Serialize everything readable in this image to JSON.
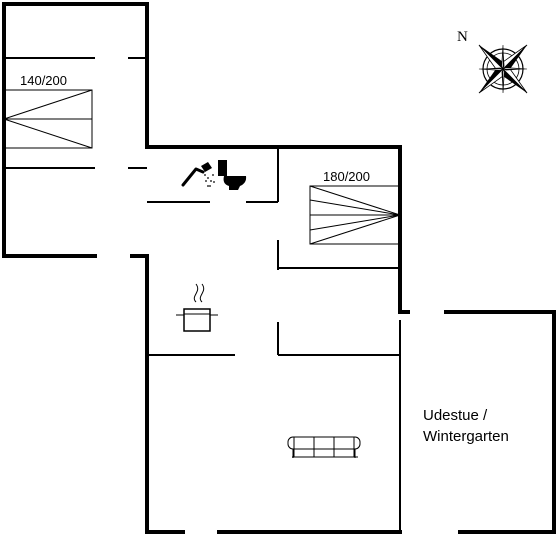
{
  "compass": {
    "north_label": "N",
    "icon": "compass-rose-icon"
  },
  "rooms": {
    "bedroom_1": {
      "bed_label": "140/200",
      "icon": "double-bed-icon"
    },
    "bedroom_2": {
      "bed_label": "180/200",
      "icon": "double-bed-icon"
    },
    "bathroom": {
      "icons": [
        "shower-icon",
        "toilet-icon"
      ]
    },
    "kitchen": {
      "icon": "cooking-pot-icon"
    },
    "living_room": {
      "icon": "sofa-icon"
    },
    "conservatory": {
      "label_line1": "Udestue /",
      "label_line2": "Wintergarten"
    }
  }
}
